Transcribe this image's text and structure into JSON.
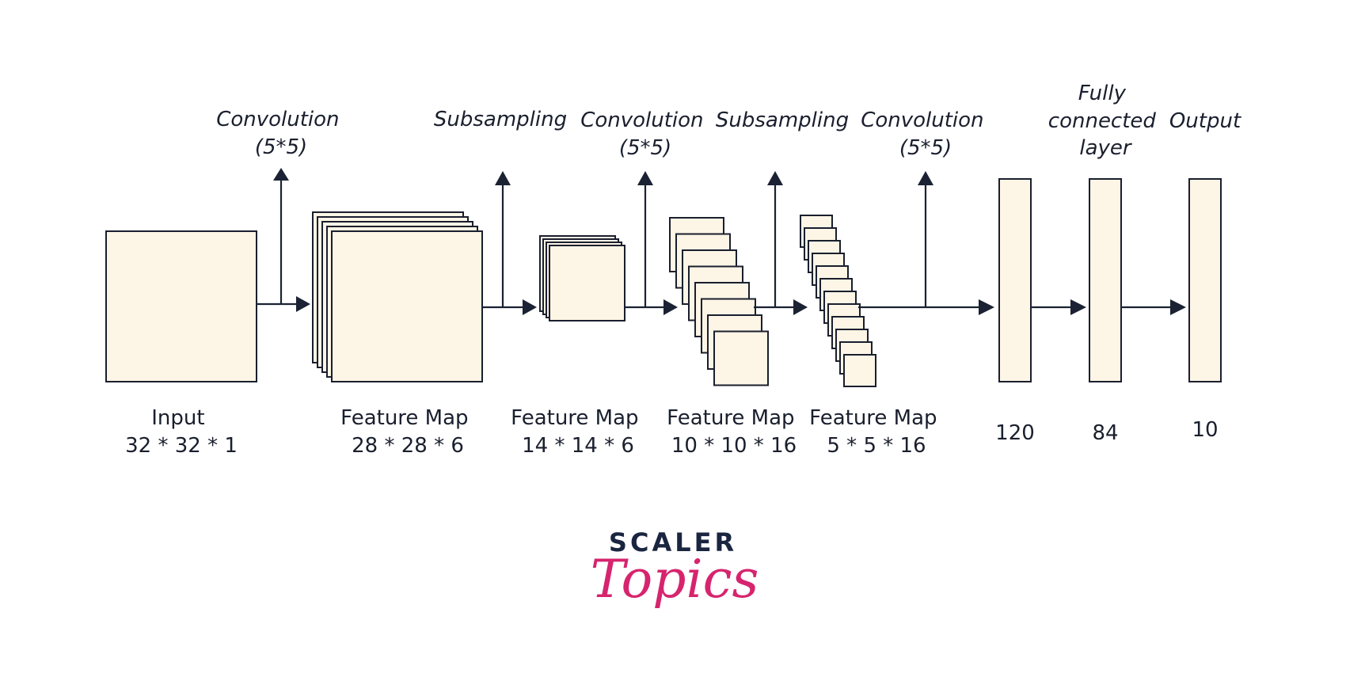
{
  "operations": {
    "conv1": [
      "Convolution",
      "(5*5)"
    ],
    "sub1": [
      "Subsampling"
    ],
    "conv2": [
      "Convolution",
      "(5*5)"
    ],
    "sub2": [
      "Subsampling"
    ],
    "conv3": [
      "Convolution",
      "(5*5)"
    ],
    "fc": [
      "Fully",
      "connected",
      "layer"
    ],
    "output": [
      "Output"
    ]
  },
  "layers": {
    "input": [
      "Input",
      "32 * 32 * 1"
    ],
    "fmap1": [
      "Feature Map",
      "28 * 28 * 6"
    ],
    "fmap2": [
      "Feature Map",
      "14 * 14 * 6"
    ],
    "fmap3": [
      "Feature Map",
      "10 * 10 * 16"
    ],
    "fmap4": [
      "Feature Map",
      "5 * 5 * 16"
    ],
    "fc120": "120",
    "fc84": "84",
    "out10": "10"
  },
  "logo": {
    "top": "SCALER",
    "bottom": "Topics"
  },
  "colors": {
    "box_fill": "#fdf5e6",
    "stroke": "#1a1f2e",
    "logo_top": "#1a2540",
    "logo_bottom": "#d6246e"
  }
}
